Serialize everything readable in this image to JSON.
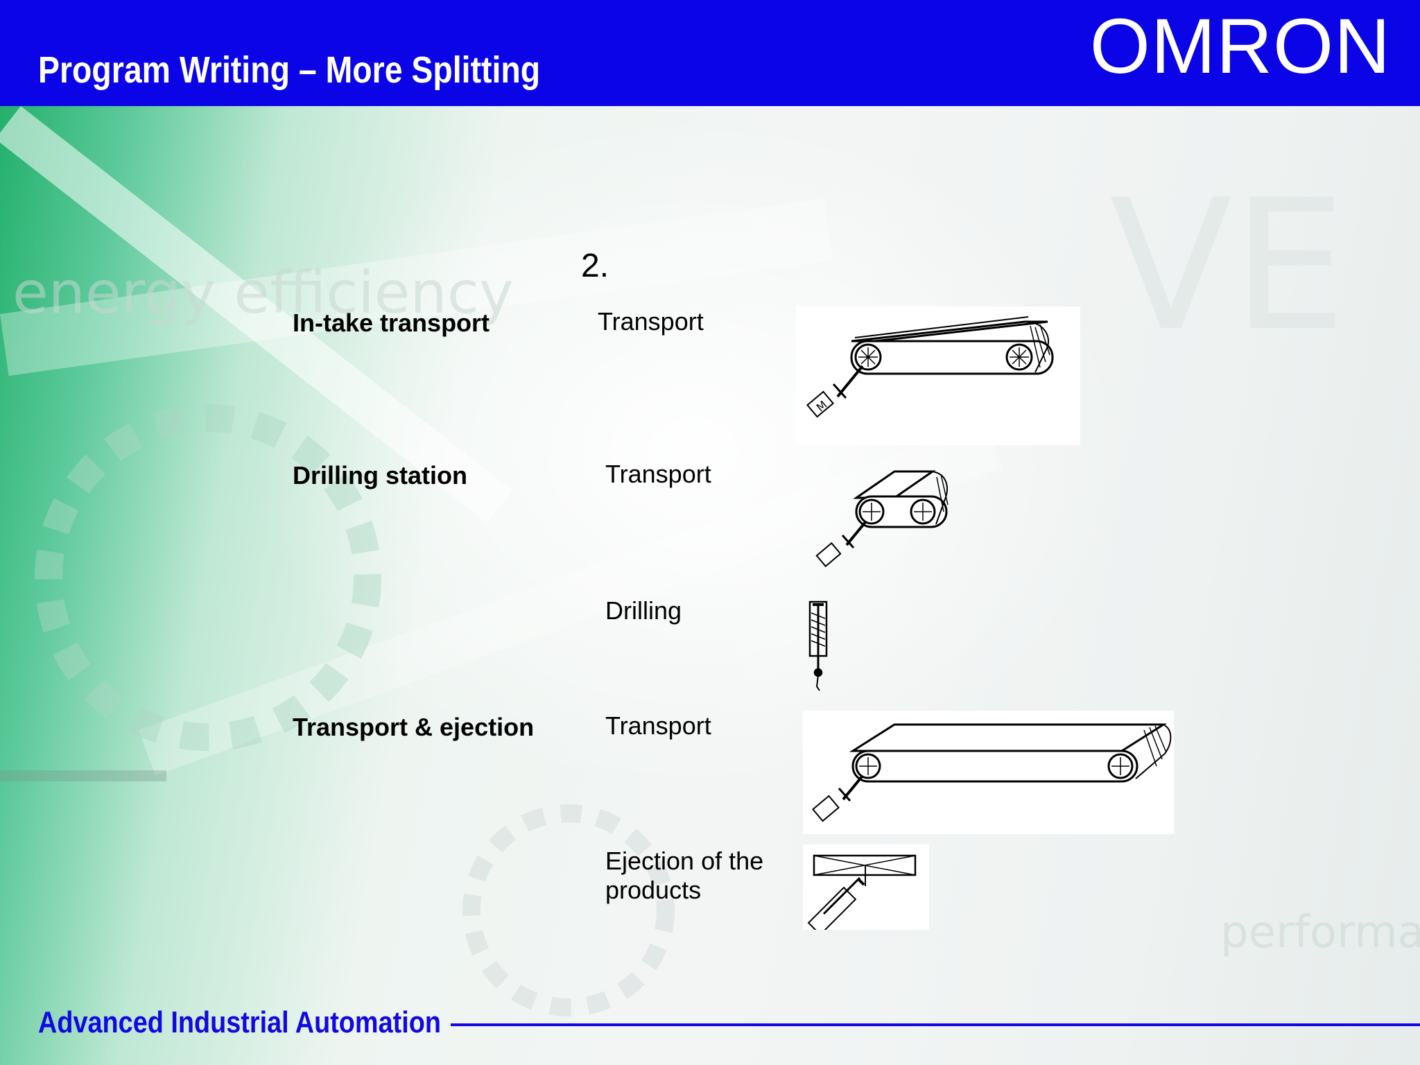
{
  "header": {
    "title": "Program Writing – More Splitting",
    "logo": "OMRON"
  },
  "main": {
    "step_number": "2.",
    "groups": [
      {
        "label": "In-take transport",
        "functions": [
          "Transport"
        ]
      },
      {
        "label": "Drilling station",
        "functions": [
          "Transport",
          "Drilling"
        ]
      },
      {
        "label": "Transport & ejection",
        "functions": [
          "Transport",
          "Ejection of the\nproducts"
        ]
      }
    ],
    "illustrations": [
      "conveyor-belt-illustration",
      "drill-illustration",
      "ejector-illustration"
    ]
  },
  "background": {
    "watermark_left": "energy efficiency",
    "watermark_right": "performance"
  },
  "footer": {
    "text": "Advanced Industrial Automation"
  },
  "colors": {
    "header_bg": "#0a04e6",
    "footer_accent": "#1208e2",
    "text": "#000000"
  }
}
